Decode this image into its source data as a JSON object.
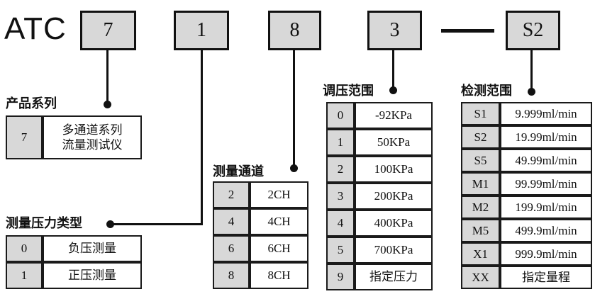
{
  "title": "ATC",
  "model_code": {
    "segments": [
      "7",
      "1",
      "8",
      "3",
      "S2"
    ],
    "separator": "—"
  },
  "colors": {
    "box_fill": "#d8d8d8",
    "line": "#111111",
    "background": "#ffffff"
  },
  "sections": {
    "product_series": {
      "label": "产品系列",
      "rows": [
        {
          "code": "7",
          "desc": "多通道系列\n流量测试仪"
        }
      ]
    },
    "pressure_type": {
      "label": "测量压力类型",
      "rows": [
        {
          "code": "0",
          "desc": "负压测量"
        },
        {
          "code": "1",
          "desc": "正压测量"
        }
      ]
    },
    "channels": {
      "label": "测量通道",
      "rows": [
        {
          "code": "2",
          "desc": "2CH"
        },
        {
          "code": "4",
          "desc": "4CH"
        },
        {
          "code": "6",
          "desc": "6CH"
        },
        {
          "code": "8",
          "desc": "8CH"
        }
      ]
    },
    "pressure_range": {
      "label": "调压范围",
      "rows": [
        {
          "code": "0",
          "desc": "-92KPa"
        },
        {
          "code": "1",
          "desc": "50KPa"
        },
        {
          "code": "2",
          "desc": "100KPa"
        },
        {
          "code": "3",
          "desc": "200KPa"
        },
        {
          "code": "4",
          "desc": "400KPa"
        },
        {
          "code": "5",
          "desc": "700KPa"
        },
        {
          "code": "9",
          "desc": "指定压力"
        }
      ]
    },
    "detection_range": {
      "label": "检测范围",
      "rows": [
        {
          "code": "S1",
          "desc": "9.999ml/min"
        },
        {
          "code": "S2",
          "desc": "19.99ml/min"
        },
        {
          "code": "S5",
          "desc": "49.99ml/min"
        },
        {
          "code": "M1",
          "desc": "99.99ml/min"
        },
        {
          "code": "M2",
          "desc": "199.9ml/min"
        },
        {
          "code": "M5",
          "desc": "499.9ml/min"
        },
        {
          "code": "X1",
          "desc": "999.9ml/min"
        },
        {
          "code": "XX",
          "desc": "指定量程"
        }
      ]
    }
  }
}
